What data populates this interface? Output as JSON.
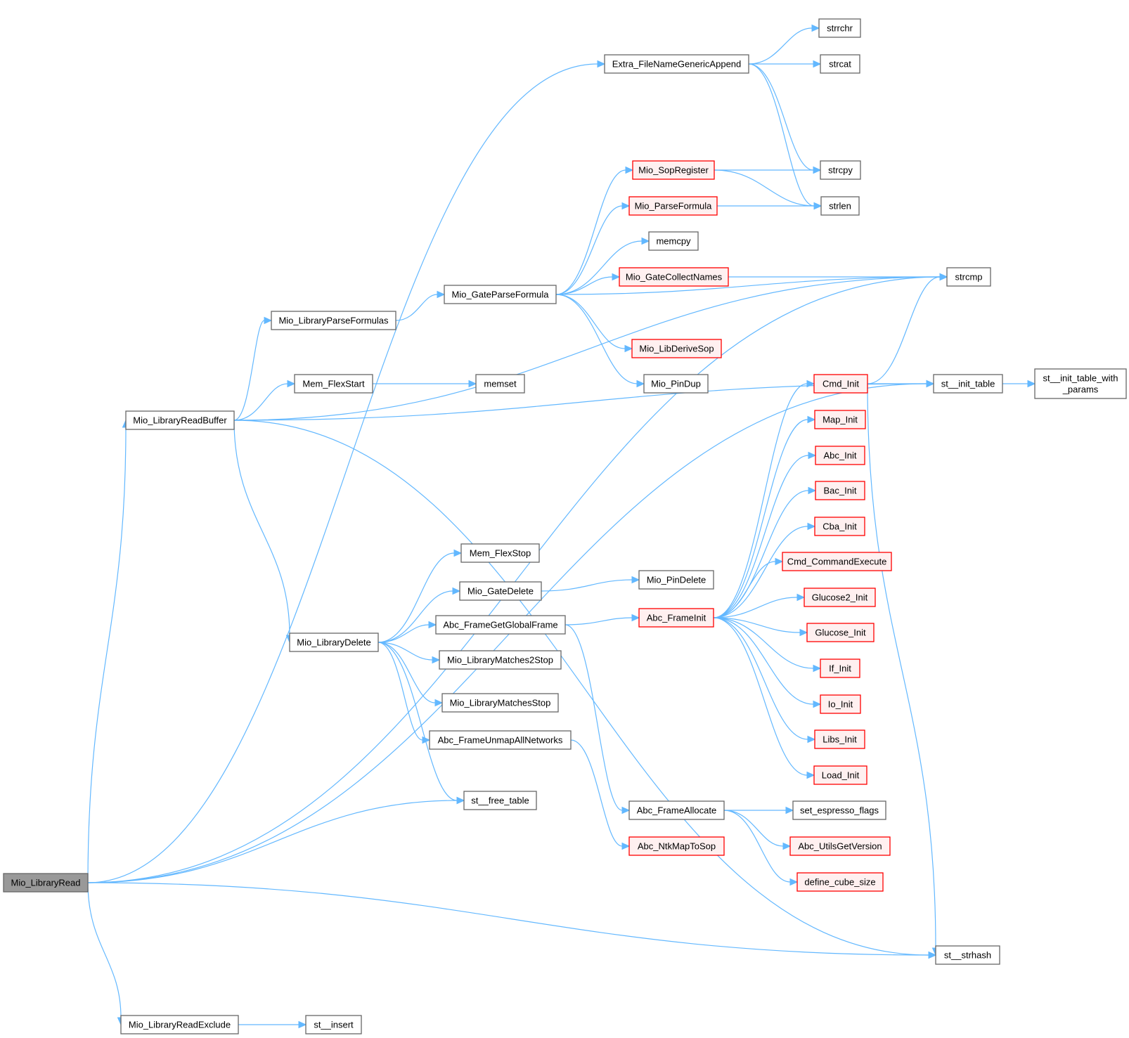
{
  "title": "Mio_LibraryRead call graph",
  "colors": {
    "edge": "#63b8ff",
    "root_fill": "#999999",
    "plain_fill": "#ffffff",
    "plain_border": "#666666",
    "truncated_fill": "#fff0f0",
    "truncated_border": "#ff0000"
  },
  "nodes": [
    {
      "id": "Mio_LibraryRead",
      "label": "Mio_LibraryRead",
      "style": "root"
    },
    {
      "id": "Mio_LibraryReadBuffer",
      "label": "Mio_LibraryReadBuffer",
      "style": "plain"
    },
    {
      "id": "Mio_LibraryReadExclude",
      "label": "Mio_LibraryReadExclude",
      "style": "plain"
    },
    {
      "id": "Extra_FileNameGenericAppend",
      "label": "Extra_FileNameGenericAppend",
      "style": "plain"
    },
    {
      "id": "strrchr",
      "label": "strrchr",
      "style": "plain"
    },
    {
      "id": "strcat",
      "label": "strcat",
      "style": "plain"
    },
    {
      "id": "strcpy",
      "label": "strcpy",
      "style": "plain"
    },
    {
      "id": "strlen",
      "label": "strlen",
      "style": "plain"
    },
    {
      "id": "strcmp",
      "label": "strcmp",
      "style": "plain"
    },
    {
      "id": "Mio_SopRegister",
      "label": "Mio_SopRegister",
      "style": "red"
    },
    {
      "id": "Mio_ParseFormula",
      "label": "Mio_ParseFormula",
      "style": "red"
    },
    {
      "id": "memcpy",
      "label": "memcpy",
      "style": "plain"
    },
    {
      "id": "Mio_GateCollectNames",
      "label": "Mio_GateCollectNames",
      "style": "red"
    },
    {
      "id": "Mio_GateParseFormula",
      "label": "Mio_GateParseFormula",
      "style": "plain"
    },
    {
      "id": "Mio_LibraryParseFormulas",
      "label": "Mio_LibraryParseFormulas",
      "style": "plain"
    },
    {
      "id": "Mio_LibDeriveSop",
      "label": "Mio_LibDeriveSop",
      "style": "red"
    },
    {
      "id": "Mio_PinDup",
      "label": "Mio_PinDup",
      "style": "plain"
    },
    {
      "id": "Mem_FlexStart",
      "label": "Mem_FlexStart",
      "style": "plain"
    },
    {
      "id": "memset",
      "label": "memset",
      "style": "plain"
    },
    {
      "id": "Cmd_Init",
      "label": "Cmd_Init",
      "style": "red"
    },
    {
      "id": "st__init_table",
      "label": "st__init_table",
      "style": "plain"
    },
    {
      "id": "st__init_table_with_params",
      "label": "st__init_table_with\n_params",
      "style": "plain"
    },
    {
      "id": "Map_Init",
      "label": "Map_Init",
      "style": "red"
    },
    {
      "id": "Abc_Init",
      "label": "Abc_Init",
      "style": "red"
    },
    {
      "id": "Bac_Init",
      "label": "Bac_Init",
      "style": "red"
    },
    {
      "id": "Cba_Init",
      "label": "Cba_Init",
      "style": "red"
    },
    {
      "id": "Cmd_CommandExecute",
      "label": "Cmd_CommandExecute",
      "style": "red"
    },
    {
      "id": "Glucose2_Init",
      "label": "Glucose2_Init",
      "style": "red"
    },
    {
      "id": "Glucose_Init",
      "label": "Glucose_Init",
      "style": "red"
    },
    {
      "id": "If_Init",
      "label": "If_Init",
      "style": "red"
    },
    {
      "id": "Io_Init",
      "label": "Io_Init",
      "style": "red"
    },
    {
      "id": "Libs_Init",
      "label": "Libs_Init",
      "style": "red"
    },
    {
      "id": "Load_Init",
      "label": "Load_Init",
      "style": "red"
    },
    {
      "id": "Mem_FlexStop",
      "label": "Mem_FlexStop",
      "style": "plain"
    },
    {
      "id": "Mio_GateDelete",
      "label": "Mio_GateDelete",
      "style": "plain"
    },
    {
      "id": "Mio_PinDelete",
      "label": "Mio_PinDelete",
      "style": "plain"
    },
    {
      "id": "Abc_FrameGetGlobalFrame",
      "label": "Abc_FrameGetGlobalFrame",
      "style": "plain"
    },
    {
      "id": "Abc_FrameInit",
      "label": "Abc_FrameInit",
      "style": "red"
    },
    {
      "id": "Mio_LibraryDelete",
      "label": "Mio_LibraryDelete",
      "style": "plain"
    },
    {
      "id": "Mio_LibraryMatches2Stop",
      "label": "Mio_LibraryMatches2Stop",
      "style": "plain"
    },
    {
      "id": "Mio_LibraryMatchesStop",
      "label": "Mio_LibraryMatchesStop",
      "style": "plain"
    },
    {
      "id": "Abc_FrameUnmapAllNetworks",
      "label": "Abc_FrameUnmapAllNetworks",
      "style": "plain"
    },
    {
      "id": "st__free_table",
      "label": "st__free_table",
      "style": "plain"
    },
    {
      "id": "Abc_FrameAllocate",
      "label": "Abc_FrameAllocate",
      "style": "plain"
    },
    {
      "id": "set_espresso_flags",
      "label": "set_espresso_flags",
      "style": "plain"
    },
    {
      "id": "Abc_NtkMapToSop",
      "label": "Abc_NtkMapToSop",
      "style": "red"
    },
    {
      "id": "Abc_UtilsGetVersion",
      "label": "Abc_UtilsGetVersion",
      "style": "red"
    },
    {
      "id": "define_cube_size",
      "label": "define_cube_size",
      "style": "red"
    },
    {
      "id": "st__strhash",
      "label": "st__strhash",
      "style": "plain"
    },
    {
      "id": "st__insert",
      "label": "st__insert",
      "style": "plain"
    }
  ],
  "edges": [
    [
      "Mio_LibraryRead",
      "Extra_FileNameGenericAppend"
    ],
    [
      "Mio_LibraryRead",
      "Mio_LibraryReadBuffer"
    ],
    [
      "Mio_LibraryRead",
      "st__free_table"
    ],
    [
      "Mio_LibraryRead",
      "st__init_table"
    ],
    [
      "Mio_LibraryRead",
      "st__strhash"
    ],
    [
      "Mio_LibraryRead",
      "Mio_LibraryReadExclude"
    ],
    [
      "Mio_LibraryRead",
      "strcmp"
    ],
    [
      "Extra_FileNameGenericAppend",
      "strrchr"
    ],
    [
      "Extra_FileNameGenericAppend",
      "strcat"
    ],
    [
      "Extra_FileNameGenericAppend",
      "strcpy"
    ],
    [
      "Extra_FileNameGenericAppend",
      "strlen"
    ],
    [
      "Mio_LibraryReadBuffer",
      "strcmp"
    ],
    [
      "Mio_LibraryReadBuffer",
      "Mio_LibraryParseFormulas"
    ],
    [
      "Mio_LibraryReadBuffer",
      "Mem_FlexStart"
    ],
    [
      "Mio_LibraryReadBuffer",
      "st__init_table"
    ],
    [
      "Mio_LibraryReadBuffer",
      "Mio_LibraryDelete"
    ],
    [
      "Mio_LibraryReadBuffer",
      "st__strhash"
    ],
    [
      "Mio_LibraryParseFormulas",
      "Mio_GateParseFormula"
    ],
    [
      "Mio_GateParseFormula",
      "Mio_SopRegister"
    ],
    [
      "Mio_GateParseFormula",
      "Mio_ParseFormula"
    ],
    [
      "Mio_GateParseFormula",
      "memcpy"
    ],
    [
      "Mio_GateParseFormula",
      "Mio_GateCollectNames"
    ],
    [
      "Mio_GateParseFormula",
      "strcmp"
    ],
    [
      "Mio_GateParseFormula",
      "Mio_LibDeriveSop"
    ],
    [
      "Mio_GateParseFormula",
      "Mio_PinDup"
    ],
    [
      "Mio_SopRegister",
      "strcpy"
    ],
    [
      "Mio_SopRegister",
      "strlen"
    ],
    [
      "Mio_ParseFormula",
      "strlen"
    ],
    [
      "Mio_GateCollectNames",
      "strcmp"
    ],
    [
      "Mem_FlexStart",
      "memset"
    ],
    [
      "Cmd_Init",
      "strcmp"
    ],
    [
      "Cmd_Init",
      "st__init_table"
    ],
    [
      "Cmd_Init",
      "st__strhash"
    ],
    [
      "st__init_table",
      "st__init_table_with_params"
    ],
    [
      "Mio_LibraryDelete",
      "Mem_FlexStop"
    ],
    [
      "Mio_LibraryDelete",
      "Mio_GateDelete"
    ],
    [
      "Mio_LibraryDelete",
      "Abc_FrameGetGlobalFrame"
    ],
    [
      "Mio_LibraryDelete",
      "Mio_LibraryMatches2Stop"
    ],
    [
      "Mio_LibraryDelete",
      "Mio_LibraryMatchesStop"
    ],
    [
      "Mio_LibraryDelete",
      "Abc_FrameUnmapAllNetworks"
    ],
    [
      "Mio_LibraryDelete",
      "st__free_table"
    ],
    [
      "Mio_GateDelete",
      "Mio_PinDelete"
    ],
    [
      "Abc_FrameGetGlobalFrame",
      "Abc_FrameInit"
    ],
    [
      "Abc_FrameGetGlobalFrame",
      "Abc_FrameAllocate"
    ],
    [
      "Abc_FrameUnmapAllNetworks",
      "Abc_NtkMapToSop"
    ],
    [
      "Abc_FrameInit",
      "Cmd_Init"
    ],
    [
      "Abc_FrameInit",
      "Map_Init"
    ],
    [
      "Abc_FrameInit",
      "Abc_Init"
    ],
    [
      "Abc_FrameInit",
      "Bac_Init"
    ],
    [
      "Abc_FrameInit",
      "Cba_Init"
    ],
    [
      "Abc_FrameInit",
      "Cmd_CommandExecute"
    ],
    [
      "Abc_FrameInit",
      "Glucose2_Init"
    ],
    [
      "Abc_FrameInit",
      "Glucose_Init"
    ],
    [
      "Abc_FrameInit",
      "If_Init"
    ],
    [
      "Abc_FrameInit",
      "Io_Init"
    ],
    [
      "Abc_FrameInit",
      "Libs_Init"
    ],
    [
      "Abc_FrameInit",
      "Load_Init"
    ],
    [
      "Abc_FrameAllocate",
      "set_espresso_flags"
    ],
    [
      "Abc_FrameAllocate",
      "Abc_UtilsGetVersion"
    ],
    [
      "Abc_FrameAllocate",
      "define_cube_size"
    ],
    [
      "Mio_LibraryReadExclude",
      "st__insert"
    ]
  ]
}
